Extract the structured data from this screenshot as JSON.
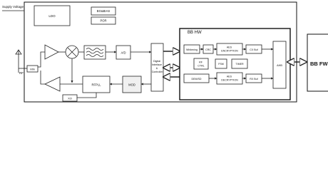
{
  "external": {
    "supply_voltage": "Supply Voltage",
    "rf": "RF"
  },
  "blocks": {
    "ldo": "LDO",
    "bg_bias": "BG&BIAS",
    "por": "POR",
    "mn": "MN",
    "adc": "A/D",
    "rfpll": "RFPLL",
    "mod": "MOD",
    "xo": "XO",
    "digital_interface": [
      "Digital",
      "Interface",
      "&",
      "Controller"
    ]
  },
  "bb_hw": {
    "title": "BB HW",
    "whitening": "Whitening",
    "crc": "CRC",
    "aes_enc": [
      "AES",
      "ENCRYPTION"
    ],
    "cx_buf": "CX Buf",
    "rf_ctrl": [
      "RF",
      "CTRL"
    ],
    "fsm": "FSM",
    "timer": "TIMER",
    "dem_sd": "DEM/SD",
    "aes_dec": [
      "AES",
      "DECRYPTION"
    ],
    "rx_buf": "RX Buf",
    "ahb": "AHB"
  },
  "bb_fw": "BB FW"
}
